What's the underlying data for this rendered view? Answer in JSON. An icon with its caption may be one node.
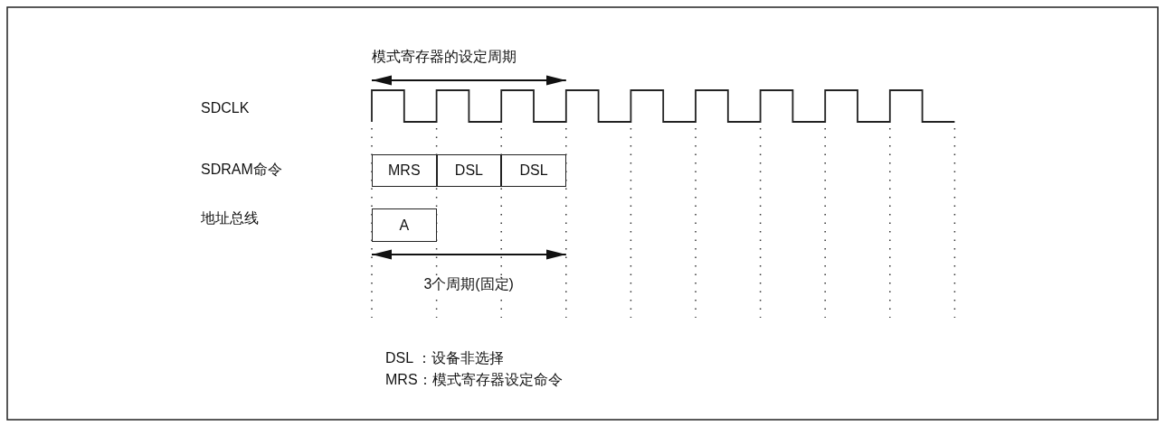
{
  "diagram": {
    "nodes": [
      {
        "text": [
          "MRS"
        ]
      },
      {
        "text": [
          "DSL"
        ]
      },
      {
        "text": [
          "DSL"
        ]
      },
      {
        "text": [
          "A"
        ]
      }
    ],
    "labels": [
      "模式寄存器的设定周期",
      "SDCLK",
      "SDRAM命令",
      "地址总线",
      "3个周期(固定)",
      "DSL ：设备非选择",
      "MRS：模式寄存器设定命令"
    ]
  }
}
